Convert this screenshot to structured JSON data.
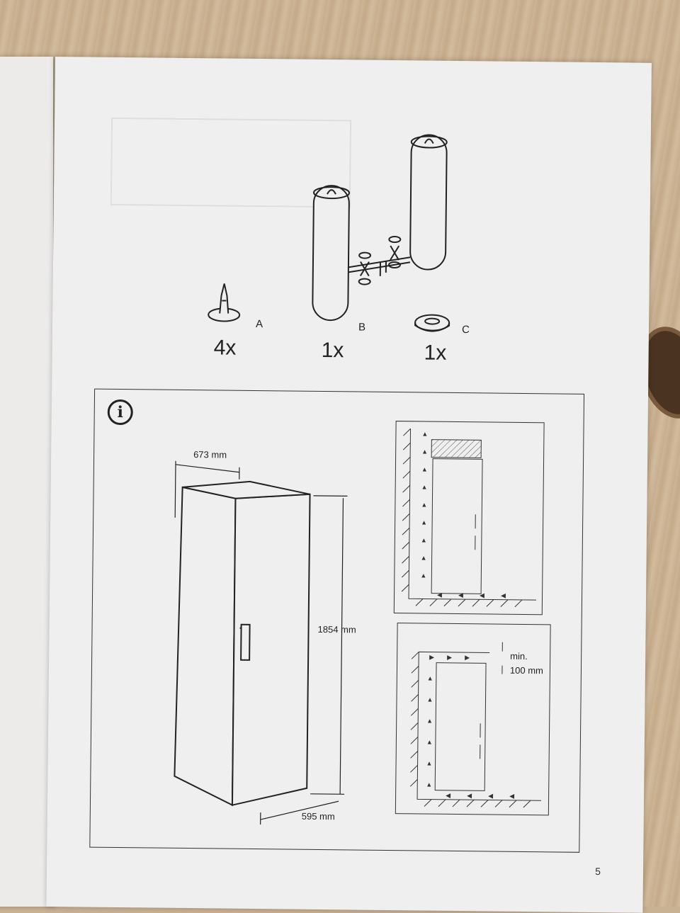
{
  "parts": [
    {
      "letter": "A",
      "quantity": "4x",
      "icon": "screw-foot-icon"
    },
    {
      "letter": "B",
      "quantity": "1x",
      "icon": "handle-column-icon"
    },
    {
      "letter": "C",
      "quantity": "1x",
      "icon": "washer-icon"
    }
  ],
  "info": {
    "icon": "info-icon",
    "icon_glyph": "i",
    "dimensions": {
      "depth": "673 mm",
      "height": "1854 mm",
      "width": "595 mm"
    },
    "clearance": {
      "label_line1": "min.",
      "label_line2": "100 mm"
    }
  },
  "page_number": "5"
}
